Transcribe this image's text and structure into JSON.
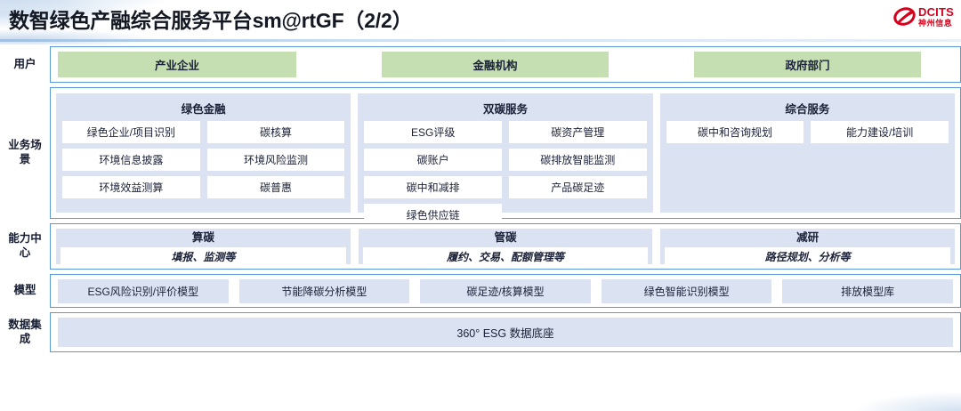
{
  "header": {
    "title": "数智绿色产融综合服务平台sm@rtGF（2/2）",
    "brand_en": "DCITS",
    "brand_cn": "神州信息",
    "brand_color": "#d6001c"
  },
  "colors": {
    "border_blue": "#5b9bd5",
    "panel_blue": "#dbe2f1",
    "chip_green": "#c6dfb2",
    "text": "#1b2138"
  },
  "rows": {
    "user": {
      "label": "用户",
      "chips": [
        {
          "label": "产业企业"
        },
        {
          "label": "金融机构"
        },
        {
          "label": "政府部门"
        }
      ]
    },
    "business": {
      "label": "业务场景",
      "groups": [
        {
          "title": "绿色金融",
          "items": [
            "绿色企业/项目识别",
            "碳核算",
            "环境信息披露",
            "环境风险监测",
            "环境效益测算",
            "碳普惠"
          ]
        },
        {
          "title": "双碳服务",
          "items": [
            "ESG评级",
            "碳资产管理",
            "碳账户",
            "碳排放智能监测",
            "碳中和减排",
            "产品碳足迹",
            "绿色供应链"
          ]
        },
        {
          "title": "综合服务",
          "items": [
            "碳中和咨询规划",
            "能力建设/培训"
          ]
        }
      ]
    },
    "capability": {
      "label": "能力中心",
      "groups": [
        {
          "title": "算碳",
          "subtitle": "填报、监测等"
        },
        {
          "title": "管碳",
          "subtitle": "履约、交易、配额管理等"
        },
        {
          "title": "减研",
          "subtitle": "路径规划、分析等"
        }
      ]
    },
    "model": {
      "label": "模型",
      "chips": [
        "ESG风险识别/评价模型",
        "节能降碳分析模型",
        "碳足迹/核算模型",
        "绿色智能识别模型",
        "排放模型库"
      ]
    },
    "data": {
      "label": "数据集成",
      "band": "360° ESG 数据底座"
    }
  }
}
